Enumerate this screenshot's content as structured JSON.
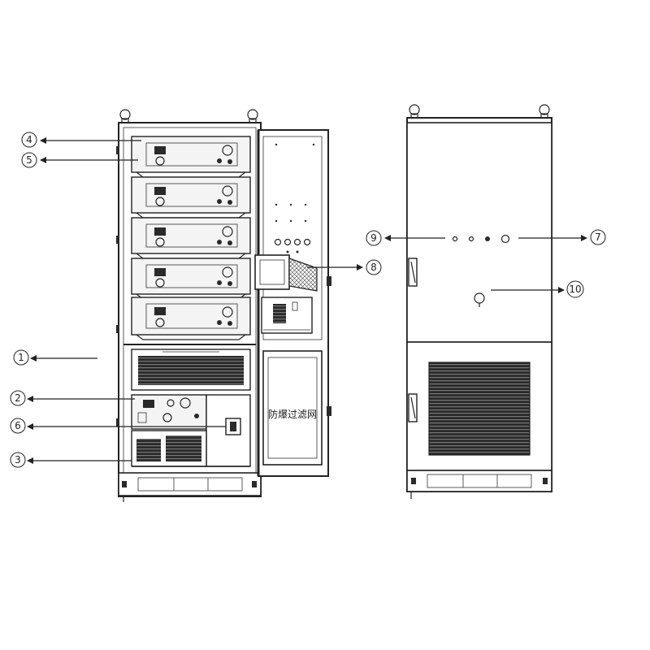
{
  "callouts": [
    {
      "id": "c1",
      "label": "1"
    },
    {
      "id": "c2",
      "label": "2"
    },
    {
      "id": "c3",
      "label": "3"
    },
    {
      "id": "c4",
      "label": "4"
    },
    {
      "id": "c5",
      "label": "5"
    },
    {
      "id": "c6",
      "label": "6"
    },
    {
      "id": "c7",
      "label": "7"
    },
    {
      "id": "c8",
      "label": "8"
    },
    {
      "id": "c9",
      "label": "9"
    },
    {
      "id": "c10",
      "label": "10"
    }
  ],
  "door_label": "防爆过滤网",
  "colors": {
    "line": "#222222",
    "background": "#ffffff",
    "panel": "#f4f4f4",
    "grille": "#2a2a2a"
  }
}
